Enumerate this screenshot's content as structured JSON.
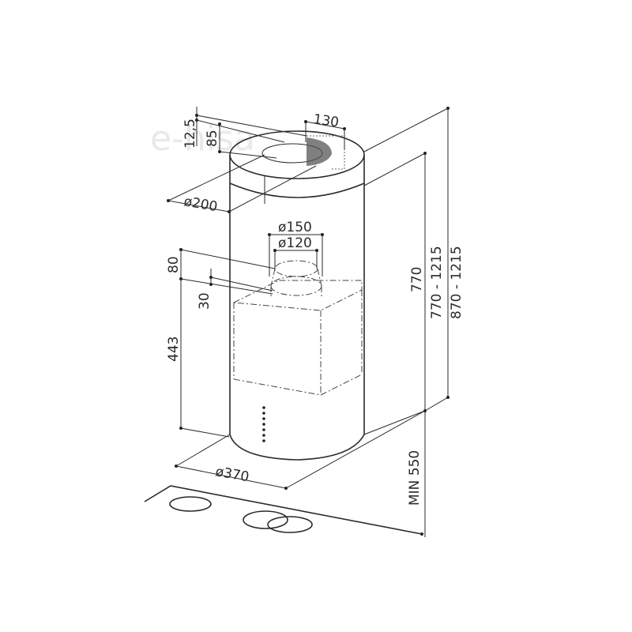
{
  "drawing": {
    "subject": "Cylindrical island range hood dimension drawing",
    "watermark": "e-hisa",
    "colors": {
      "line": "#2a2a2a",
      "background": "#ffffff",
      "watermark": "#e9e9e9"
    }
  },
  "dimensions": {
    "top_offset_a": "12,5",
    "top_offset_b": "85",
    "grille_width": "130",
    "chimney_diameter": "ø200",
    "outlet_outer_diameter": "ø150",
    "outlet_inner_diameter": "ø120",
    "outlet_height": "80",
    "outlet_base_offset": "30",
    "motor_box_height": "443",
    "body_diameter": "ø370",
    "body_height": "770",
    "adjustable_height": "770 - 1215",
    "total_height": "870 - 1215",
    "min_distance_to_hob": "MIN 550"
  }
}
